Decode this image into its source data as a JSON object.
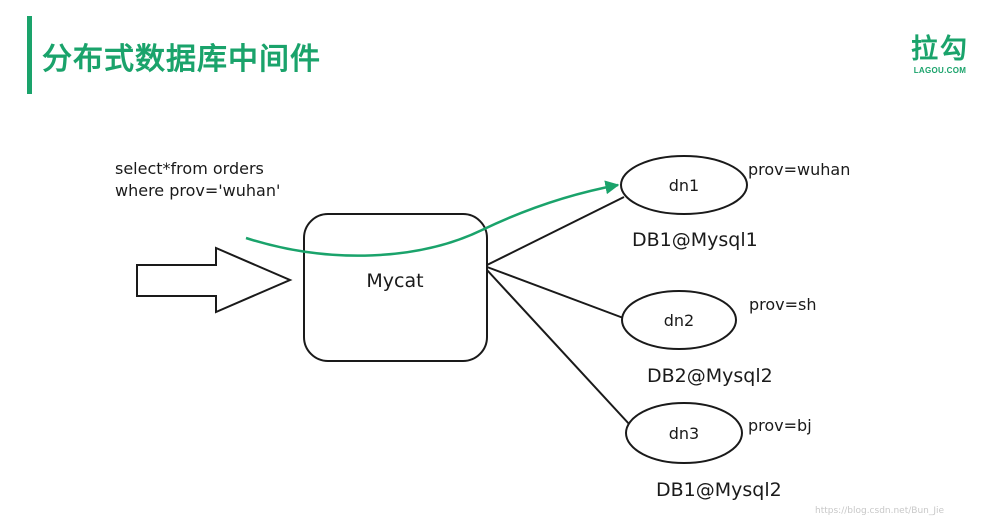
{
  "header": {
    "title": "分布式数据库中间件",
    "accent_color": "#1aa36b"
  },
  "logo": {
    "mark": "拉勾",
    "sub": "LAGOU.COM"
  },
  "query": {
    "line1": "select*from orders",
    "line2": "where prov='wuhan'"
  },
  "middleware": {
    "label": "Mycat"
  },
  "nodes": [
    {
      "name": "dn1",
      "db": "DB1@Mysql1",
      "rule": "prov=wuhan"
    },
    {
      "name": "dn2",
      "db": "DB2@Mysql2",
      "rule": "prov=sh"
    },
    {
      "name": "dn3",
      "db": "DB1@Mysql2",
      "rule": "prov=bj"
    }
  ],
  "route_color": "#1aa36b",
  "watermark": "https://blog.csdn.net/Bun_Jie"
}
